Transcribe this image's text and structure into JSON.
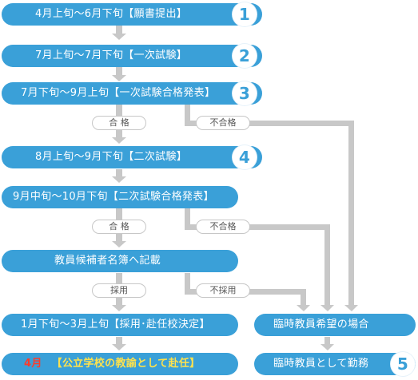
{
  "steps": [
    {
      "text": "4月上旬～6月下旬【願書提出】",
      "num": "1"
    },
    {
      "text": "7月上旬～7月下旬【一次試験】",
      "num": "2"
    },
    {
      "text": "7月下旬～9月上旬【一次試験合格発表】",
      "num": "3"
    },
    {
      "text": "8月上旬～9月下旬【二次試験】",
      "num": "4"
    },
    {
      "text": "9月中旬～10月下旬【二次試験合格発表】"
    },
    {
      "text": "教員候補者名簿へ記載"
    },
    {
      "text": "1月下旬～3月上旬【採用･赴任校決定】"
    }
  ],
  "final": {
    "month": "4月",
    "text": "【公立学校の教諭として赴任】"
  },
  "side": [
    {
      "text": "臨時教員希望の場合"
    },
    {
      "text": "臨時教員として勤務",
      "num": "5"
    }
  ],
  "tags": {
    "pass1": "合 格",
    "fail1": "不合格",
    "pass2": "合 格",
    "fail2": "不合格",
    "hire": "採用",
    "nohire": "不採用"
  },
  "colors": {
    "bar": "#3aa0d8",
    "connector": "#c8c8c8",
    "month_highlight": "#ff3b2a",
    "final_text": "#ffe24d"
  }
}
